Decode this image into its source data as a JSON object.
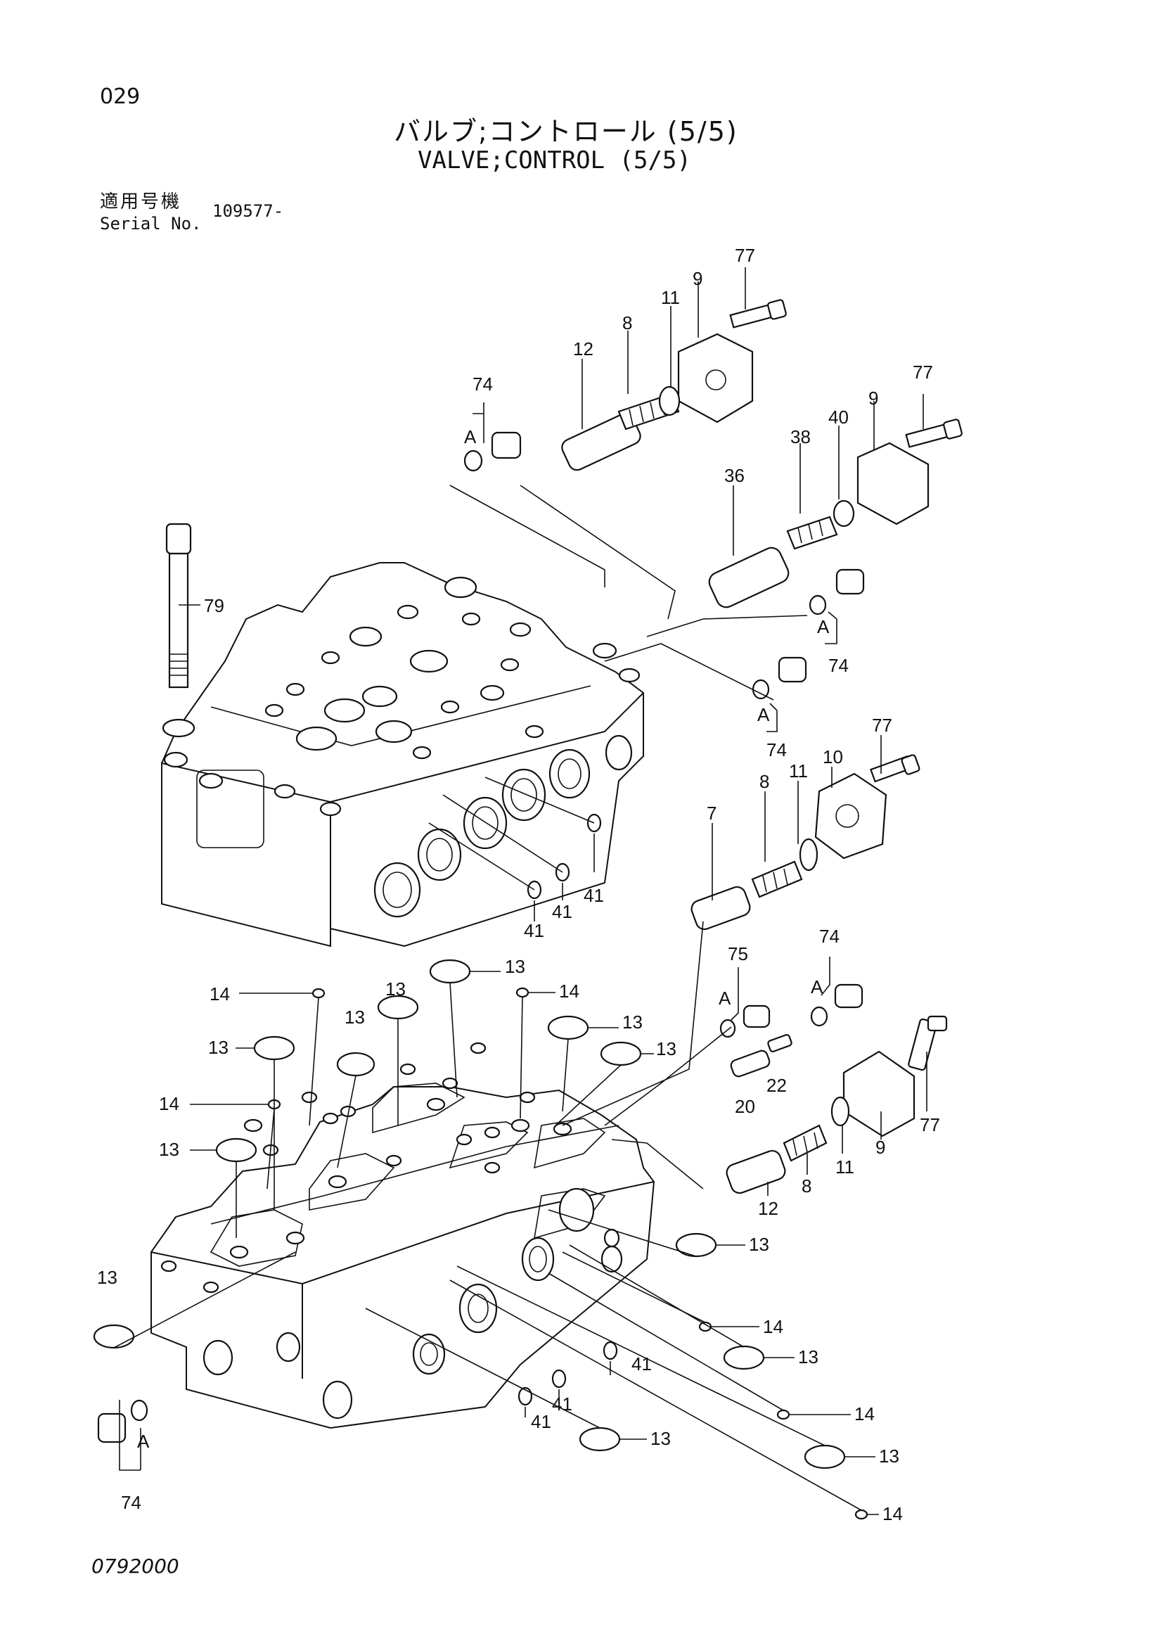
{
  "header": {
    "page_number": "029",
    "title_jp": "バルブ;コントロール (5/5)",
    "title_en": "VALVE;CONTROL (5/5)",
    "serial_label_jp": "適用号機",
    "serial_label_en": "Serial No.",
    "serial_value": "109577-"
  },
  "footer": {
    "drawing_code": "0792000"
  },
  "callouts": [
    {
      "id": "c77a",
      "text": "77"
    },
    {
      "id": "c9a",
      "text": "9"
    },
    {
      "id": "c11a",
      "text": "11"
    },
    {
      "id": "c8a",
      "text": "8"
    },
    {
      "id": "c12a",
      "text": "12"
    },
    {
      "id": "c74a",
      "text": "74"
    },
    {
      "id": "cAa",
      "text": "A"
    },
    {
      "id": "c77b",
      "text": "77"
    },
    {
      "id": "c9b",
      "text": "9"
    },
    {
      "id": "c40",
      "text": "40"
    },
    {
      "id": "c38",
      "text": "38"
    },
    {
      "id": "c36",
      "text": "36"
    },
    {
      "id": "c79",
      "text": "79"
    },
    {
      "id": "cAb",
      "text": "A"
    },
    {
      "id": "c74b",
      "text": "74"
    },
    {
      "id": "cAc",
      "text": "A"
    },
    {
      "id": "c74c",
      "text": "74"
    },
    {
      "id": "c77c",
      "text": "77"
    },
    {
      "id": "c10",
      "text": "10"
    },
    {
      "id": "c11b",
      "text": "11"
    },
    {
      "id": "c8b",
      "text": "8"
    },
    {
      "id": "c7",
      "text": "7"
    },
    {
      "id": "c41a",
      "text": "41"
    },
    {
      "id": "c41b",
      "text": "41"
    },
    {
      "id": "c41c",
      "text": "41"
    },
    {
      "id": "c75",
      "text": "75"
    },
    {
      "id": "cAd",
      "text": "A"
    },
    {
      "id": "c74d",
      "text": "74"
    },
    {
      "id": "cAe",
      "text": "A"
    },
    {
      "id": "c22",
      "text": "22"
    },
    {
      "id": "c20",
      "text": "20"
    },
    {
      "id": "c77d",
      "text": "77"
    },
    {
      "id": "c9c",
      "text": "9"
    },
    {
      "id": "c11c",
      "text": "11"
    },
    {
      "id": "c8c",
      "text": "8"
    },
    {
      "id": "c12b",
      "text": "12"
    },
    {
      "id": "c13a",
      "text": "13"
    },
    {
      "id": "c14a",
      "text": "14"
    },
    {
      "id": "c14b",
      "text": "14"
    },
    {
      "id": "c13b",
      "text": "13"
    },
    {
      "id": "c13c",
      "text": "13"
    },
    {
      "id": "c13d",
      "text": "13"
    },
    {
      "id": "c13e",
      "text": "13"
    },
    {
      "id": "c13f",
      "text": "13"
    },
    {
      "id": "c14c",
      "text": "14"
    },
    {
      "id": "c13g",
      "text": "13"
    },
    {
      "id": "c13h",
      "text": "13"
    },
    {
      "id": "c13i",
      "text": "13"
    },
    {
      "id": "c14d",
      "text": "14"
    },
    {
      "id": "c13j",
      "text": "13"
    },
    {
      "id": "c41d",
      "text": "41"
    },
    {
      "id": "c41e",
      "text": "41"
    },
    {
      "id": "c41f",
      "text": "41"
    },
    {
      "id": "c14e",
      "text": "14"
    },
    {
      "id": "c13k",
      "text": "13"
    },
    {
      "id": "c13l",
      "text": "13"
    },
    {
      "id": "c14f",
      "text": "14"
    },
    {
      "id": "cAf",
      "text": "A"
    },
    {
      "id": "c74e",
      "text": "74"
    }
  ]
}
